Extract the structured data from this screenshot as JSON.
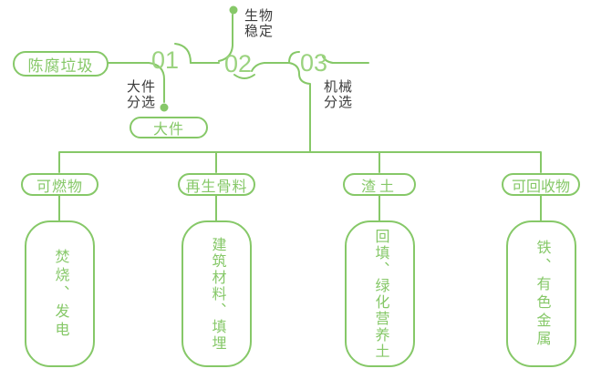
{
  "colors": {
    "line_green": "#86c868",
    "number_green": "#9bd37f",
    "label_dark": "#3c3c3c",
    "background": "#ffffff"
  },
  "flow": {
    "source": "陈腐垃圾",
    "steps": [
      {
        "num": "01",
        "annotation": "大件\n分选",
        "output": "大件"
      },
      {
        "num": "02",
        "annotation": "生物\n稳定"
      },
      {
        "num": "03",
        "annotation": "机械\n分选"
      }
    ],
    "branches": [
      {
        "category": "可燃物",
        "result": "焚烧、发电"
      },
      {
        "category": "再生骨料",
        "result": "建筑材料、填埋"
      },
      {
        "category": "渣土",
        "result": "回填、绿化营养土"
      },
      {
        "category": "可回收物",
        "result": "铁、有色金属"
      }
    ]
  }
}
